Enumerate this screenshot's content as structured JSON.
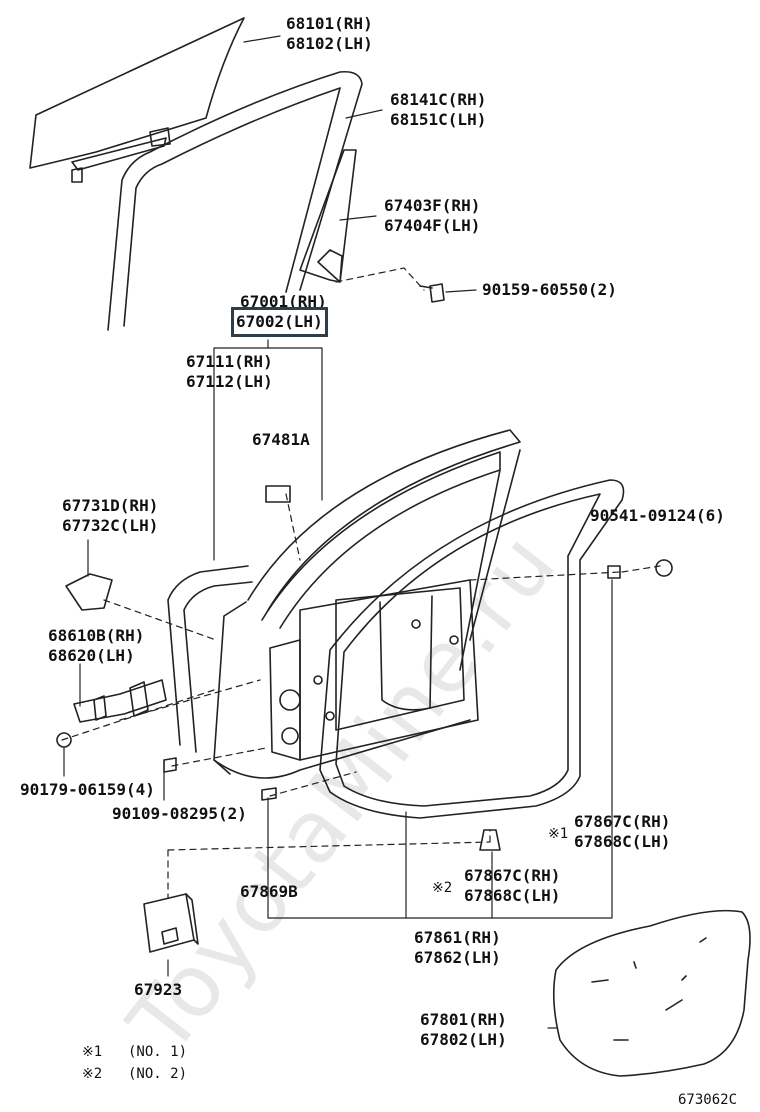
{
  "watermark": "ToyotaMine.ru",
  "diagram_code": "673062C",
  "labels": {
    "glass": [
      "68101(RH)",
      "68102(LH)"
    ],
    "run_channel": [
      "68141C(RH)",
      "68151C(LH)"
    ],
    "rear_sash": [
      "67403F(RH)",
      "67404F(LH)"
    ],
    "bolt_90159": "90159-60550(2)",
    "door_panel": [
      "67001(RH)",
      "67002(LH)"
    ],
    "outer_panel": [
      "67111(RH)",
      "67112(LH)"
    ],
    "pad_67481a": "67481A",
    "cover_67731": [
      "67731D(RH)",
      "67732C(LH)"
    ],
    "check_68610": [
      "68610B(RH)",
      "68620(LH)"
    ],
    "bolt_90179": "90179-06159(4)",
    "bolt_90109": "90109-08295(2)",
    "bolt_90541": "90541-09124(6)",
    "clip_67867_1": [
      "67867C(RH)",
      "67868C(LH)"
    ],
    "clip_67867_2": [
      "67867C(RH)",
      "67868C(LH)"
    ],
    "mark1": "※1",
    "mark2": "※2",
    "part_67869b": "67869B",
    "weatherstrip": [
      "67861(RH)",
      "67862(LH)"
    ],
    "module_67923": "67923",
    "hole_cover": [
      "67801(RH)",
      "67802(LH)"
    ]
  },
  "legend": [
    {
      "mark": "※1",
      "text": "(NO. 1)"
    },
    {
      "mark": "※2",
      "text": "(NO. 2)"
    }
  ]
}
